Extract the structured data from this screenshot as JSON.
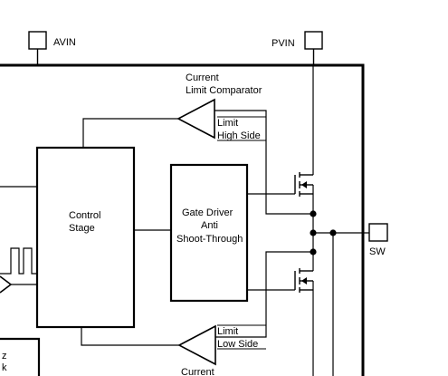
{
  "pins": {
    "avin": "AVIN",
    "pvin": "PVIN",
    "sw": "SW"
  },
  "comparator_top": {
    "title_line1": "Current",
    "title_line2": "Limit Comparator",
    "limit_line1": "Limit",
    "limit_line2": "High Side"
  },
  "comparator_bottom": {
    "limit_line1": "Limit",
    "limit_line2": "Low Side",
    "title_line1": "Current"
  },
  "control_stage": {
    "line1": "Control",
    "line2": "Stage"
  },
  "gate_driver": {
    "line1": "Gate Driver",
    "line2": "Anti",
    "line3": "Shoot-Through"
  },
  "partial_block": {
    "line1": "z",
    "line2": "k"
  }
}
